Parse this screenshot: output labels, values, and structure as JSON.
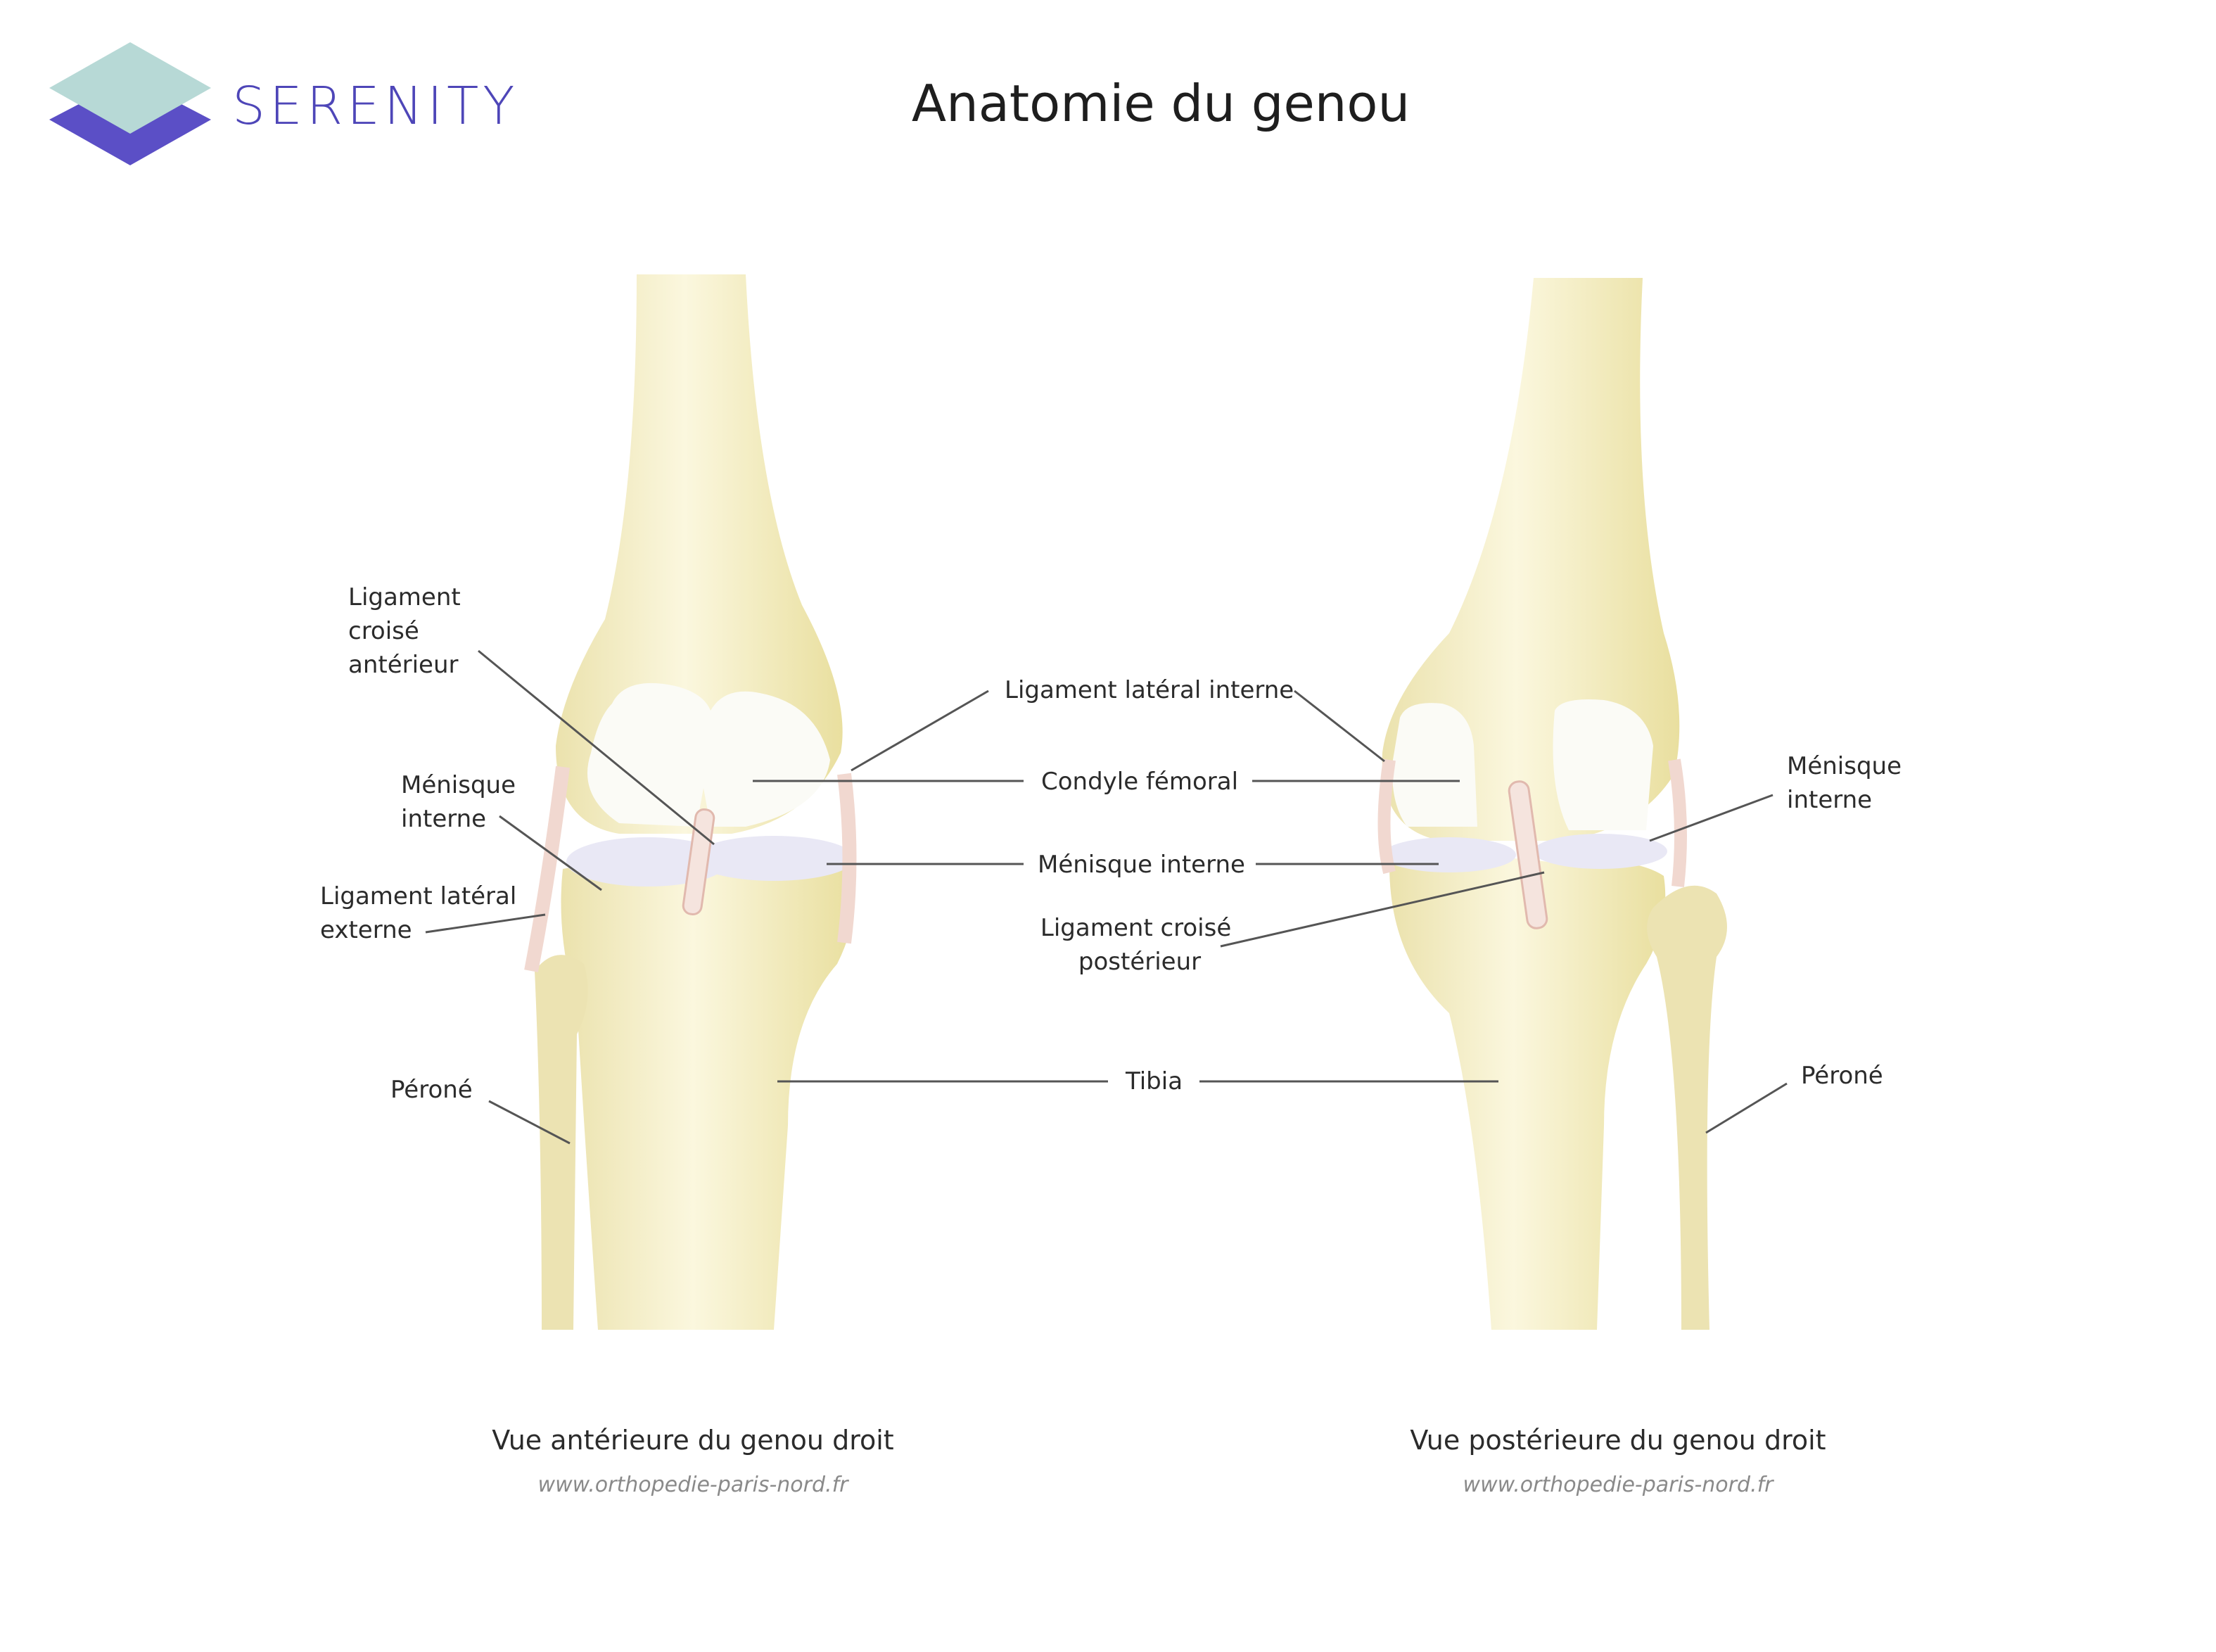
{
  "brand": {
    "name": "SERENITY",
    "colors": {
      "top": "#b7d9d6",
      "bottom": "#5b4fc6",
      "text": "#4e46b8"
    }
  },
  "title": "Anatomie du genou",
  "palette": {
    "bone": "#f3edc4",
    "bone_shade": "#e6dca4",
    "cartilage": "#fbfbf6",
    "meniscus": "#e9e8f5",
    "ligament": "#f4e0da"
  },
  "labels": {
    "lca": [
      "Ligament",
      "croisé",
      "antérieur"
    ],
    "menisque_left": [
      "Ménisque",
      "interne"
    ],
    "lle": [
      "Ligament latéral",
      "externe"
    ],
    "perone_left": "Péroné",
    "lli": "Ligament latéral interne",
    "condyle": "Condyle fémoral",
    "menisque_center": "Ménisque interne",
    "lcp": [
      "Ligament croisé",
      "postérieur"
    ],
    "tibia": "Tibia",
    "menisque_right": [
      "Ménisque",
      "interne"
    ],
    "perone_right": "Péroné"
  },
  "captions": {
    "left": "Vue antérieure du genou droit",
    "right": "Vue postérieure du genou droit",
    "source": "www.orthopedie-paris-nord.fr"
  }
}
